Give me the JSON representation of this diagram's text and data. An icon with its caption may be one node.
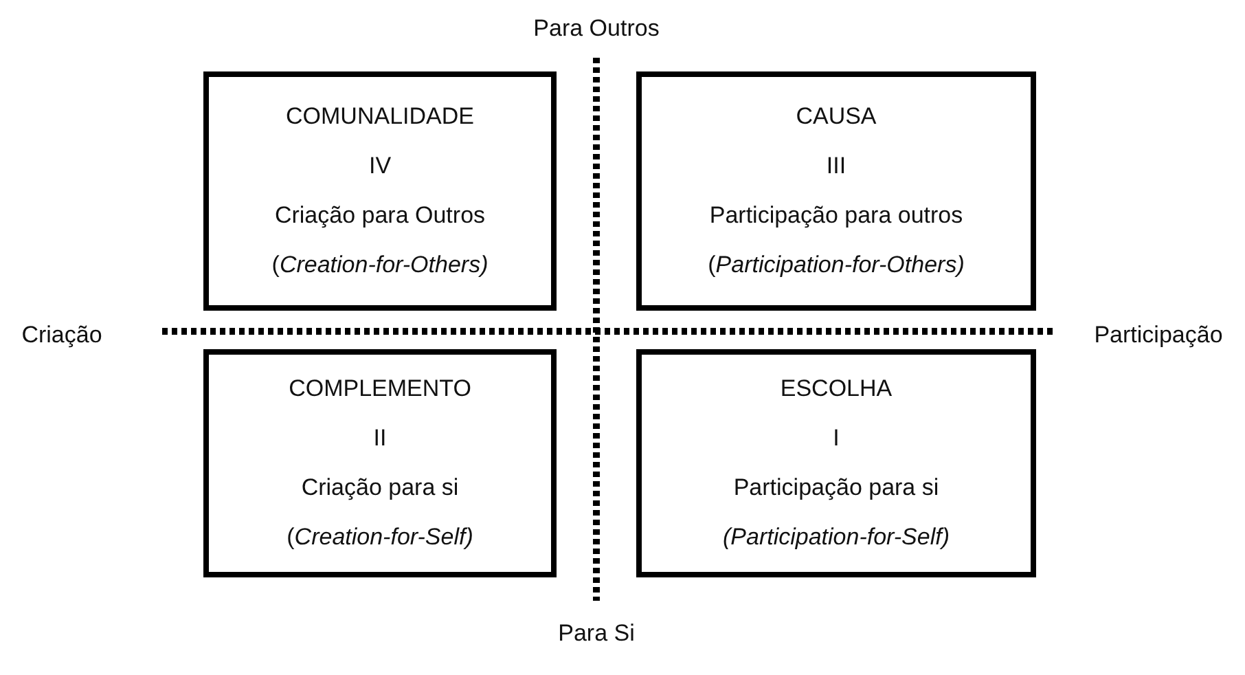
{
  "diagram": {
    "nodes": [
      {
        "text": [
          "COMUNALIDADE",
          "IV",
          "Criação para Outros",
          "(*Creation-for-Others)*"
        ]
      },
      {
        "text": [
          "CAUSA",
          "III",
          "Participação para outros",
          "(*Participation-for-Others)*"
        ]
      },
      {
        "text": [
          "COMPLEMENTO",
          "II",
          "Criação para si",
          "(*Creation-for-Self)*"
        ]
      },
      {
        "text": [
          "ESCOLHA",
          "I",
          "Participação para si",
          "*(Participation-for-Self)*"
        ]
      }
    ],
    "edges": [],
    "labels": [
      "Para Outros",
      "Criação",
      "Participação",
      "Para Si"
    ]
  }
}
